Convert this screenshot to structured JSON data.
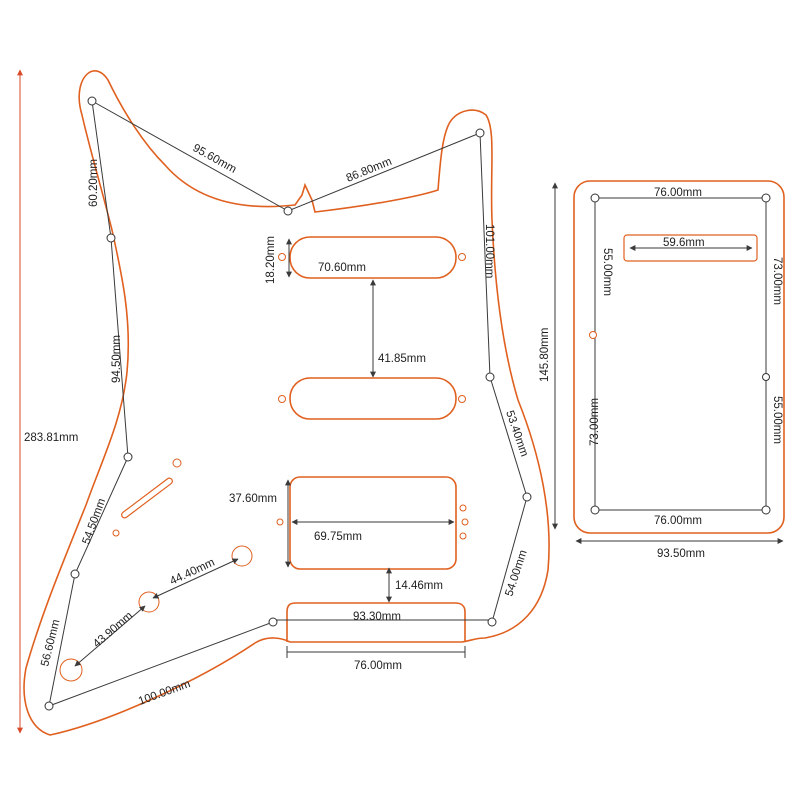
{
  "diagram": {
    "pickguard": {
      "dimensions": {
        "overall_height": "283.81mm",
        "top_horn_to_center": "95.60mm",
        "center_to_upper_right": "86.80mm",
        "left_upper": "60.20mm",
        "left_mid": "94.50mm",
        "left_lower": "54.50mm",
        "bottom_left": "56.60mm",
        "right_upper": "101.00mm",
        "right_mid": "53.40mm",
        "right_lower": "54.00mm",
        "bottom_diagonal": "100.00mm",
        "knob_spacing_1": "43.90mm",
        "knob_spacing_2": "44.40mm",
        "pickup_height": "18.20mm",
        "pickup_length": "70.60mm",
        "pickup_gap": "41.85mm",
        "humbucker_height": "37.60mm",
        "humbucker_length": "69.75mm",
        "humbucker_to_cutout": "14.46mm",
        "neck_cutout_top": "93.30mm",
        "neck_cutout_width": "76.00mm"
      }
    },
    "backplate": {
      "dimensions": {
        "height": "145.80mm",
        "width": "93.50mm",
        "top_screw_span": "76.00mm",
        "bottom_screw_span": "76.00mm",
        "slot_length": "59.6mm",
        "left_upper": "55.00mm",
        "left_lower": "73.00mm",
        "right_upper": "73.00mm",
        "right_lower": "55.00mm"
      }
    },
    "colors": {
      "outline": "#e0601f",
      "dimension_line": "#3a3a3a",
      "arrow_red": "#d84a2a"
    }
  }
}
